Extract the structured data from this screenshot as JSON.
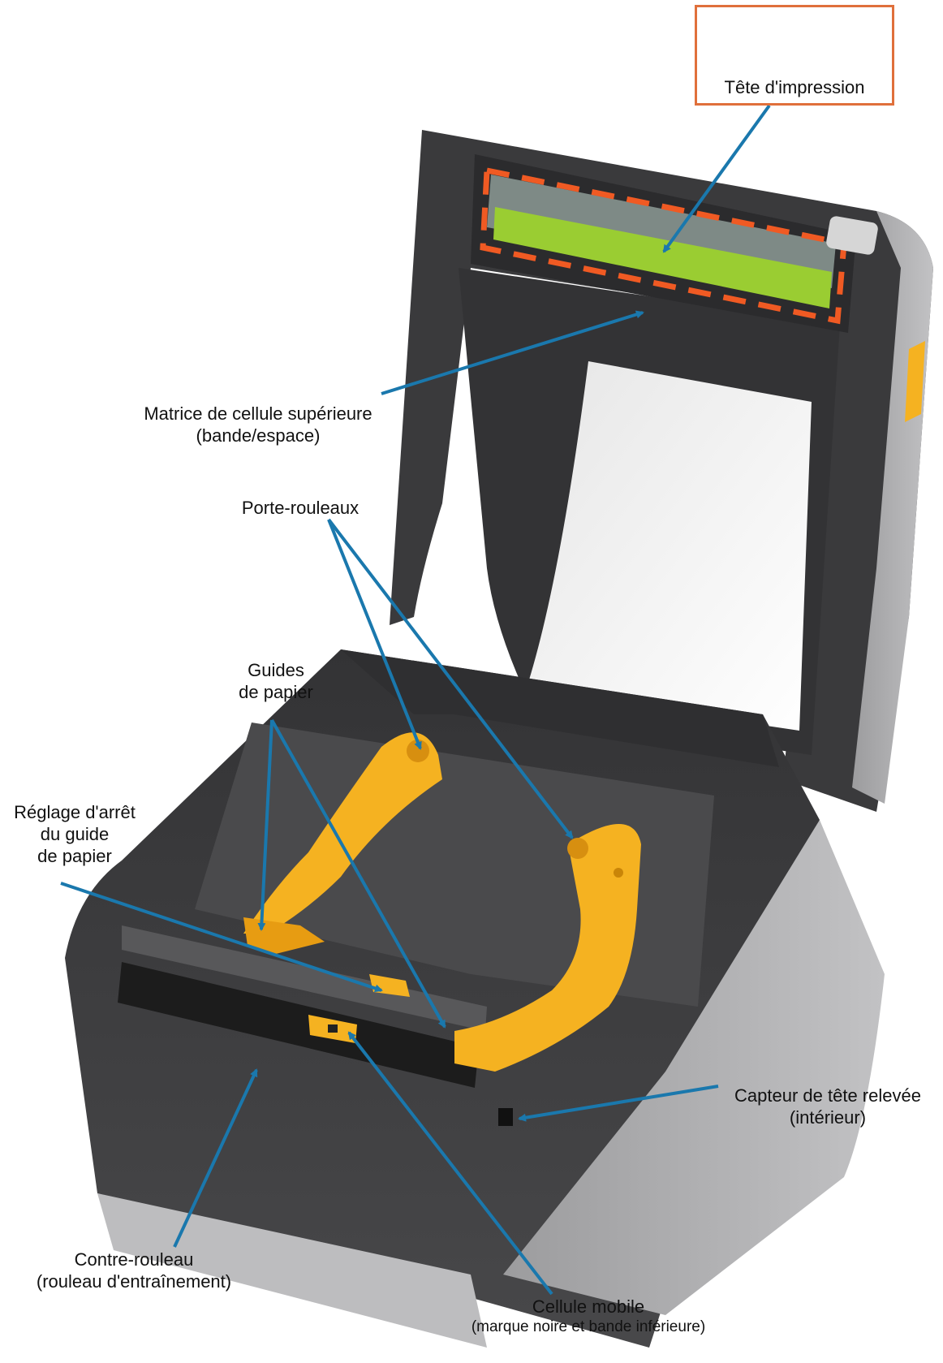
{
  "warning": {
    "caption": "Tête d'impression",
    "icons": [
      "hot-surface-icon",
      "pinch-hazard-icon"
    ],
    "border_color": "#e0703b"
  },
  "labels": {
    "upper_sensor": [
      "Matrice de cellule supérieure",
      "(bande/espace)"
    ],
    "roll_holders": [
      "Porte-rouleaux"
    ],
    "paper_guides": [
      "Guides",
      "de papier"
    ],
    "guide_stop": [
      "Réglage d'arrêt",
      "du guide",
      "de papier"
    ],
    "head_up_sensor": [
      "Capteur de tête relevée",
      "(intérieur)"
    ],
    "platen": [
      "Contre-rouleau",
      "(rouleau d'entraînement)"
    ],
    "movable_sensor": [
      "Cellule mobile",
      "(marque noire et bande inférieure)"
    ]
  },
  "colors": {
    "leader": "#1a78ad",
    "printer_body": "#3c3c3e",
    "printer_shell": "#a9a9ab",
    "yellow_parts": "#f5b221",
    "print_head_highlight": "#f05a23"
  }
}
